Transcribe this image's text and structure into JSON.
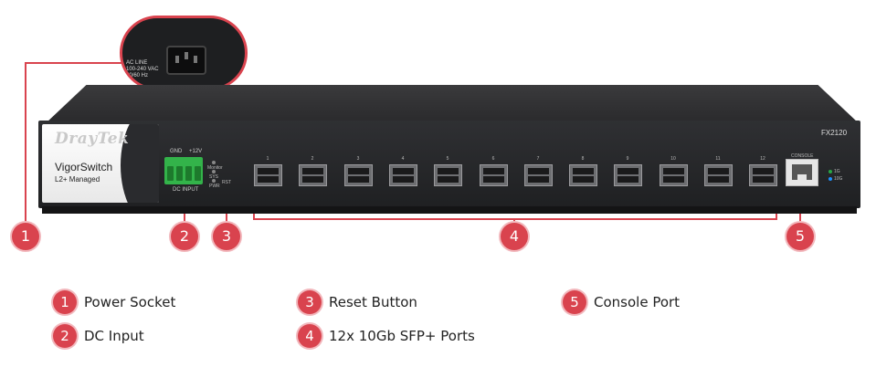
{
  "colors": {
    "accent": "#d9434e",
    "terminal_green": "#33b34a",
    "chassis": "#2a2a2c"
  },
  "device": {
    "brand": "DrayTek",
    "model_name": "VigorSwitch",
    "model_sub": "L2+ Managed",
    "model_code": "FX2120",
    "dc_labels": [
      "GND",
      "+12V"
    ],
    "dc_caption": "DC INPUT",
    "status_leds": [
      "Monitor",
      "SYS",
      "PWR"
    ],
    "reset_label": "RST",
    "sfp_ports": [
      "1",
      "2",
      "3",
      "4",
      "5",
      "6",
      "7",
      "8",
      "9",
      "10",
      "11",
      "12"
    ],
    "console_label": "CONSOLE",
    "link_leds": [
      "1G",
      "10G"
    ]
  },
  "inset": {
    "text_lines": [
      "AC LINE",
      "100-240 VAC",
      "50/60 Hz"
    ],
    "icon": "ac-power-socket-icon"
  },
  "callouts": [
    "1",
    "2",
    "3",
    "4",
    "5"
  ],
  "legend": [
    {
      "number": "1",
      "label": "Power Socket"
    },
    {
      "number": "2",
      "label": "DC Input"
    },
    {
      "number": "3",
      "label": "Reset Button"
    },
    {
      "number": "4",
      "label": "12x 10Gb SFP+ Ports"
    },
    {
      "number": "5",
      "label": "Console Port"
    }
  ]
}
